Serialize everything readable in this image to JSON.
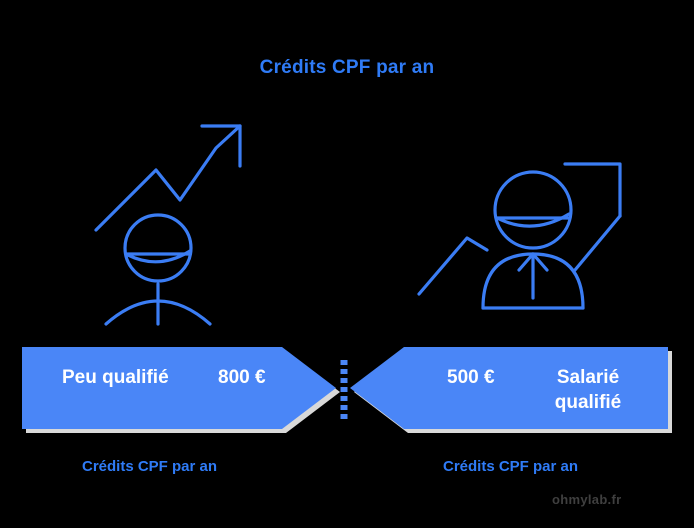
{
  "colors": {
    "background": "#000000",
    "accent_blue": "#4a86f7",
    "title_blue": "#2f7bf6",
    "arrow_text": "#ffffff",
    "shadow_gray": "#d9d9d9",
    "watermark_gray": "#4a4a4a"
  },
  "title": "Crédits CPF par an",
  "left": {
    "icon_name": "person-with-rising-arrow-icon",
    "arrow_label": "Peu qualifié",
    "arrow_value": "800 €",
    "caption": "Crédits CPF par an"
  },
  "right": {
    "icon_name": "person-with-rising-arrow-icon",
    "arrow_value": "500 €",
    "arrow_label": "Salarié qualifié",
    "caption": "Crédits CPF par an"
  },
  "divider": {
    "name": "dashed-divider",
    "style": "dashed-vertical"
  },
  "watermark": "ohmylab.fr",
  "chart_data": {
    "type": "bar",
    "title": "Crédits CPF par an",
    "categories": [
      "Peu qualifié",
      "Salarié qualifié"
    ],
    "values": [
      800,
      500
    ],
    "unit": "€",
    "value_labels": [
      "800 €",
      "500 €"
    ],
    "xlabel": "",
    "ylabel": "Crédits CPF par an",
    "legend": [
      "Crédits CPF par an"
    ],
    "grid": false,
    "annotations": [
      "Crédits CPF par an",
      "Crédits CPF par an"
    ]
  }
}
